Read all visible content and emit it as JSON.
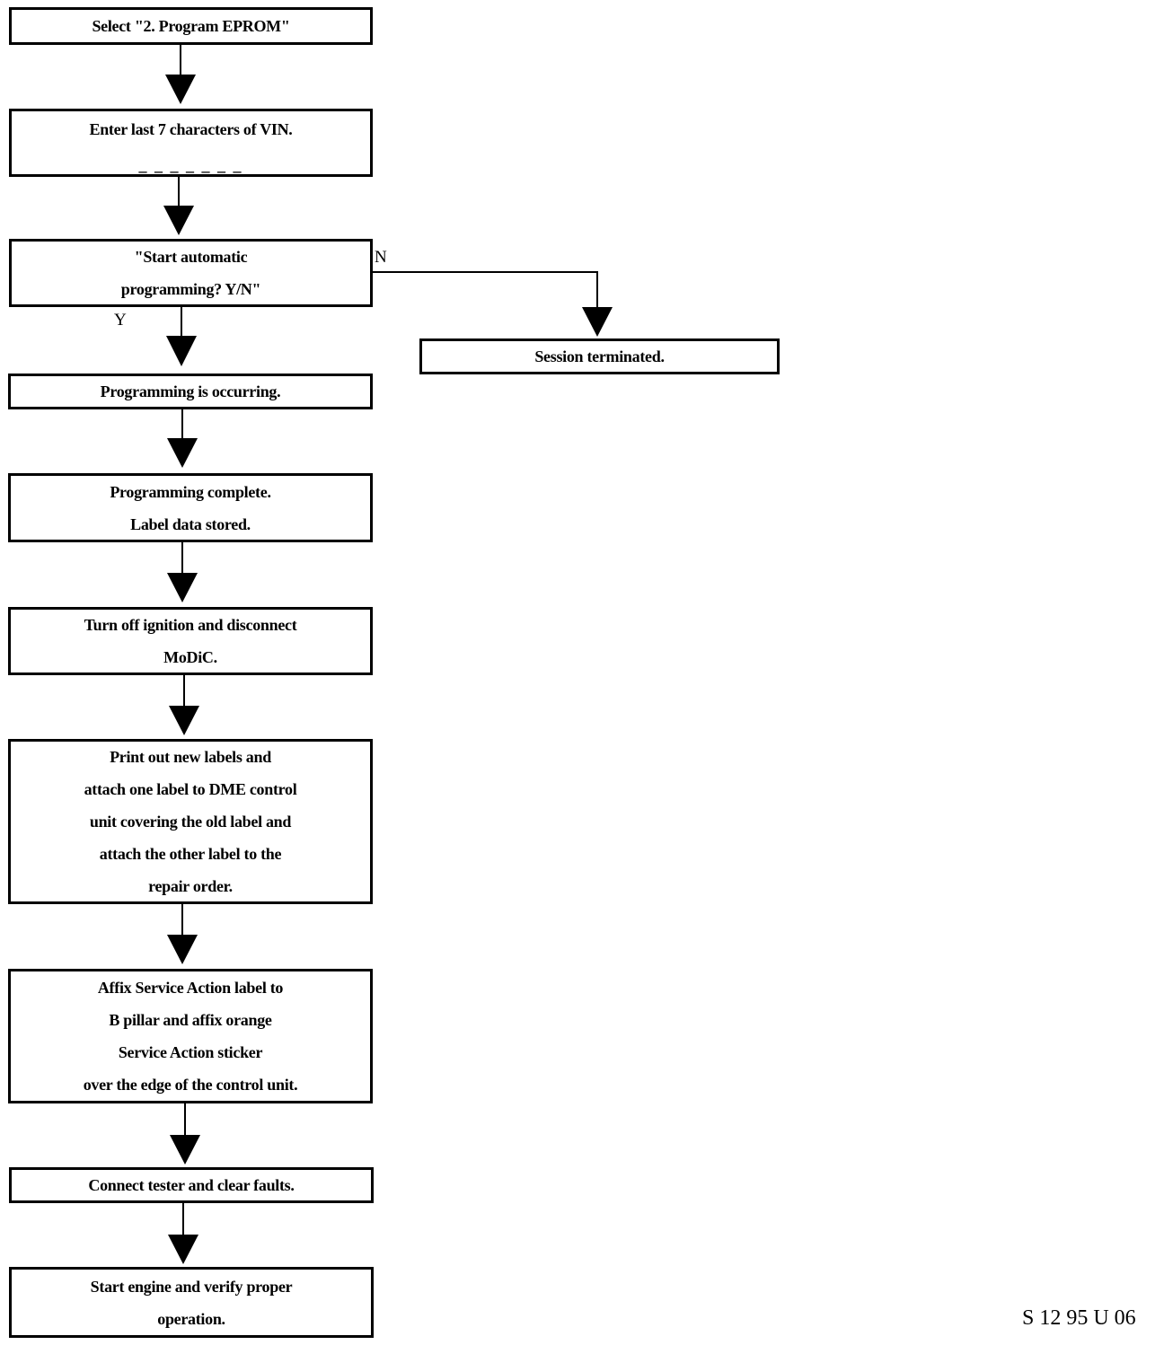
{
  "steps": [
    {
      "lines": [
        "Select \"2. Program EPROM\""
      ]
    },
    {
      "lines": [
        "Enter last 7 characters of VIN."
      ],
      "input_placeholder": "_ _ _ _ _ _ _"
    },
    {
      "lines": [
        "\"Start automatic",
        "programming? Y/N\""
      ]
    },
    {
      "lines": [
        "Programming is occurring."
      ]
    },
    {
      "lines": [
        "Programming complete.",
        "Label data stored."
      ]
    },
    {
      "lines": [
        "Turn off ignition and disconnect",
        "MoDiC."
      ]
    },
    {
      "lines": [
        "Print out new labels and",
        "attach one label to DME control",
        "unit covering the old label and",
        "attach the other label to the",
        "repair order."
      ]
    },
    {
      "lines": [
        "Affix Service Action label to",
        "B pillar and affix orange",
        "Service Action sticker",
        "over the edge of the control unit."
      ]
    },
    {
      "lines": [
        "Connect tester and clear faults."
      ]
    },
    {
      "lines": [
        "Start engine and verify proper",
        "operation."
      ]
    }
  ],
  "branch": {
    "no_label": "N",
    "yes_label": "Y",
    "terminated": "Session terminated."
  },
  "footer_code": "S 12 95 U 06"
}
